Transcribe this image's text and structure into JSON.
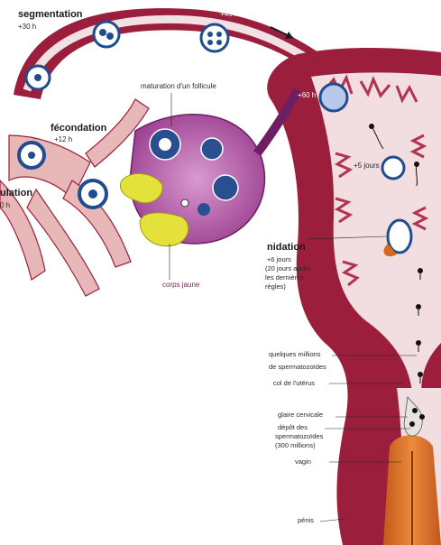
{
  "labels": {
    "segmentation": "segmentation",
    "plus30h": "+30 h",
    "plus45h": "+45 h",
    "fecondation": "fécondation",
    "plus12h": "+12 h",
    "ovulation_partial": "ulation",
    "ovulation_hour_partial": "0 h",
    "maturation": "maturation d'un follicule",
    "corps_jaune": "corps jaune",
    "plus60h": "+60 h",
    "plus5jours": "+5 jours",
    "nidation": "nidation",
    "nidation_line1": "+6 jours",
    "nidation_line2": "(20 jours après",
    "nidation_line3": "les dernières",
    "nidation_line4": "règles)",
    "quelques_millions": "quelques millions",
    "de_spermatozoides": "de spermatozoïdes",
    "col_uterus": "col de l'utérus",
    "glaire": "glaire cervicale",
    "depot1": "dépôt des",
    "depot2": "spermatozoïdes",
    "depot3": "(300 millions)",
    "vagin": "vagin",
    "penis": "pénis"
  },
  "colors": {
    "uterus_wall": "#9b1f3c",
    "uterus_light": "#f2dde0",
    "ovary": "#b05aa6",
    "ovum_blue": "#1f4d8f",
    "corpus_luteum": "#e4e23a",
    "penis": "#d56a1e"
  }
}
